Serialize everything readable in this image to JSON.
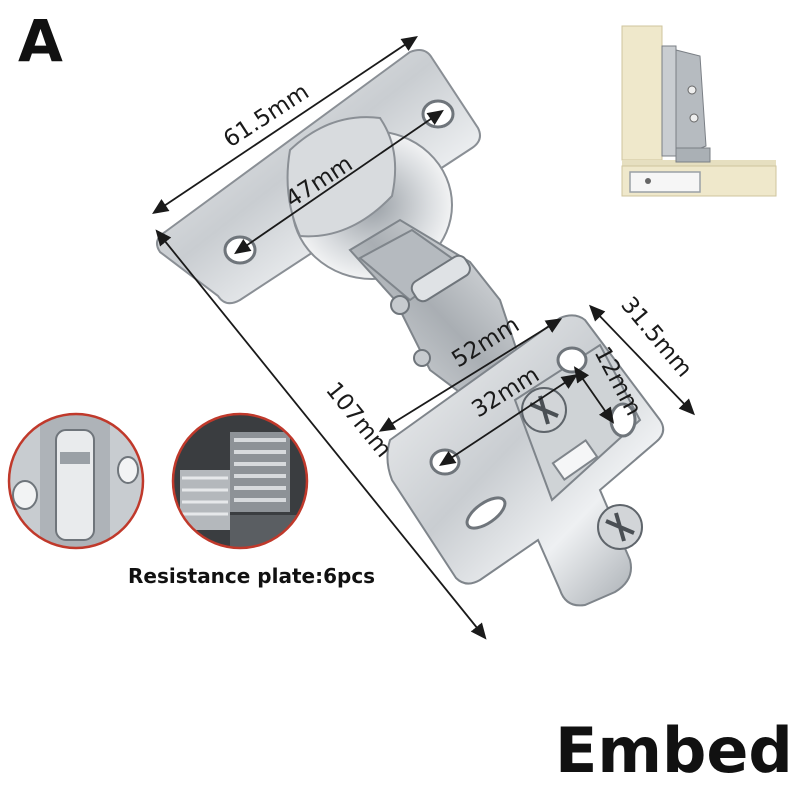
{
  "variant_label": "A",
  "caption": "Embed",
  "resistance_note": "Resistance plate:6pcs",
  "dimensions": {
    "cup_plate_length": "61.5mm",
    "hole_spacing_top": "47mm",
    "total_length": "107mm",
    "base_length": "52mm",
    "base_hole_spacing": "32mm",
    "base_width": "31.5mm",
    "base_offset": "12mm"
  },
  "colors": {
    "steel_light": "#e6e8ea",
    "steel_mid": "#b9bdc2",
    "steel_dark": "#7a7f85",
    "wood": "#eee6c8",
    "zoom_ring": "#c0392b"
  }
}
